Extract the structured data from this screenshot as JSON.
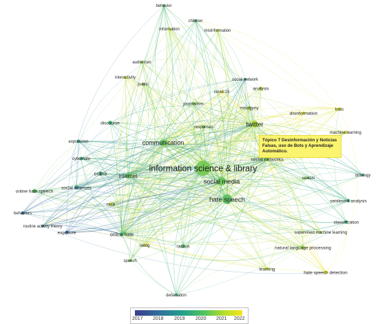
{
  "tooltip": {
    "line1": "Tópico 7 Desinformación y Noticias",
    "line2": "Falsas, uso de Bots y Aprendizaje",
    "line3": "Automático."
  },
  "legend": {
    "labels": [
      "2017",
      "2018",
      "2019",
      "2020",
      "2021",
      "2022"
    ],
    "colors": [
      "#3b3b8c",
      "#2f6f9b",
      "#23a08a",
      "#52c55c",
      "#b5de2b",
      "#f4e51d"
    ]
  },
  "nodes": [
    {
      "id": "behavior",
      "label": "behavior",
      "color": "#4cbf6a"
    },
    {
      "id": "children",
      "label": "children",
      "color": "#35b27a"
    },
    {
      "id": "information",
      "label": "information",
      "color": "#d8e22a"
    },
    {
      "id": "misinformation",
      "label": "misinformation",
      "color": "#a6d93a"
    },
    {
      "id": "audiences",
      "label": "audiences",
      "color": "#9dd53e"
    },
    {
      "id": "interactivity",
      "label": "interactivity",
      "color": "#d6df2b"
    },
    {
      "id": "public",
      "label": "public",
      "color": "#8fd043"
    },
    {
      "id": "social network",
      "label": "social network",
      "color": "#2d8f92"
    },
    {
      "id": "covid-19",
      "label": "covid-19",
      "color": "#f1e51e"
    },
    {
      "id": "analysis",
      "label": "analysis",
      "color": "#bddc32"
    },
    {
      "id": "journalism",
      "label": "journalism",
      "color": "#7cca4a"
    },
    {
      "id": "misogyny",
      "label": "misogyny",
      "color": "#a5d63c"
    },
    {
      "id": "disinformation",
      "label": "disinformation",
      "color": "#e5e225"
    },
    {
      "id": "bots",
      "label": "bots",
      "color": "#dce128"
    },
    {
      "id": "machine learning",
      "label": "machine learning",
      "color": "#c4dd30"
    },
    {
      "id": "discourse",
      "label": "discourse",
      "color": "#40b87a"
    },
    {
      "id": "responses",
      "label": "responses",
      "color": "#74c74e"
    },
    {
      "id": "twitter",
      "label": "twitter",
      "color": "#a9d83a"
    },
    {
      "id": "communication",
      "label": "communication",
      "color": "#5cbf5e"
    },
    {
      "id": "expression",
      "label": "expression",
      "color": "#2f9c8d"
    },
    {
      "id": "cyberhate",
      "label": "cyberhate",
      "color": "#3aa889"
    },
    {
      "id": "social networks",
      "label": "social networks",
      "color": "#8dcf43"
    },
    {
      "id": "information science & library",
      "label": "information science & library",
      "color": "#72c650"
    },
    {
      "id": "online",
      "label": "online",
      "color": "#43b27d"
    },
    {
      "id": "internet",
      "label": "internet",
      "color": "#5bbf5f"
    },
    {
      "id": "social media",
      "label": "social media",
      "color": "#66c355"
    },
    {
      "id": "sexism",
      "label": "sexism",
      "color": "#77c94e"
    },
    {
      "id": "ontology",
      "label": "ontology",
      "color": "#2fa48b"
    },
    {
      "id": "online hate speech",
      "label": "online hate speech",
      "color": "#56bd61"
    },
    {
      "id": "social sciences",
      "label": "social sciences",
      "color": "#2e8e95"
    },
    {
      "id": "hate speech",
      "label": "hate speech",
      "color": "#59bf60"
    },
    {
      "id": "sentiment analysis",
      "label": "sentiment analysis",
      "color": "#36aa84"
    },
    {
      "id": "race",
      "label": "race",
      "color": "#c9df2e"
    },
    {
      "id": "behaviors",
      "label": "behaviors",
      "color": "#2c6c9a"
    },
    {
      "id": "routine activity theory",
      "label": "routine activity theory",
      "color": "#2c6c9a"
    },
    {
      "id": "classification",
      "label": "classification",
      "color": "#3fb07e"
    },
    {
      "id": "exposure",
      "label": "exposure",
      "color": "#2b5f9c"
    },
    {
      "id": "online hate",
      "label": "online hate",
      "color": "#47b873"
    },
    {
      "id": "supervised machine learning",
      "label": "supervised machine learning",
      "color": "#a9d83a"
    },
    {
      "id": "netdg",
      "label": "netdg",
      "color": "#dbe128"
    },
    {
      "id": "racism",
      "label": "racism",
      "color": "#50bd66"
    },
    {
      "id": "natural language processing",
      "label": "natural language processing",
      "color": "#9cd43f"
    },
    {
      "id": "speech",
      "label": "speech",
      "color": "#79c94d"
    },
    {
      "id": "learning",
      "label": "learning",
      "color": "#bcdc33"
    },
    {
      "id": "hate speech detection",
      "label": "hate speech detection",
      "color": "#f0e41f"
    },
    {
      "id": "defamation",
      "label": "defamation",
      "color": "#3cb07f"
    }
  ]
}
